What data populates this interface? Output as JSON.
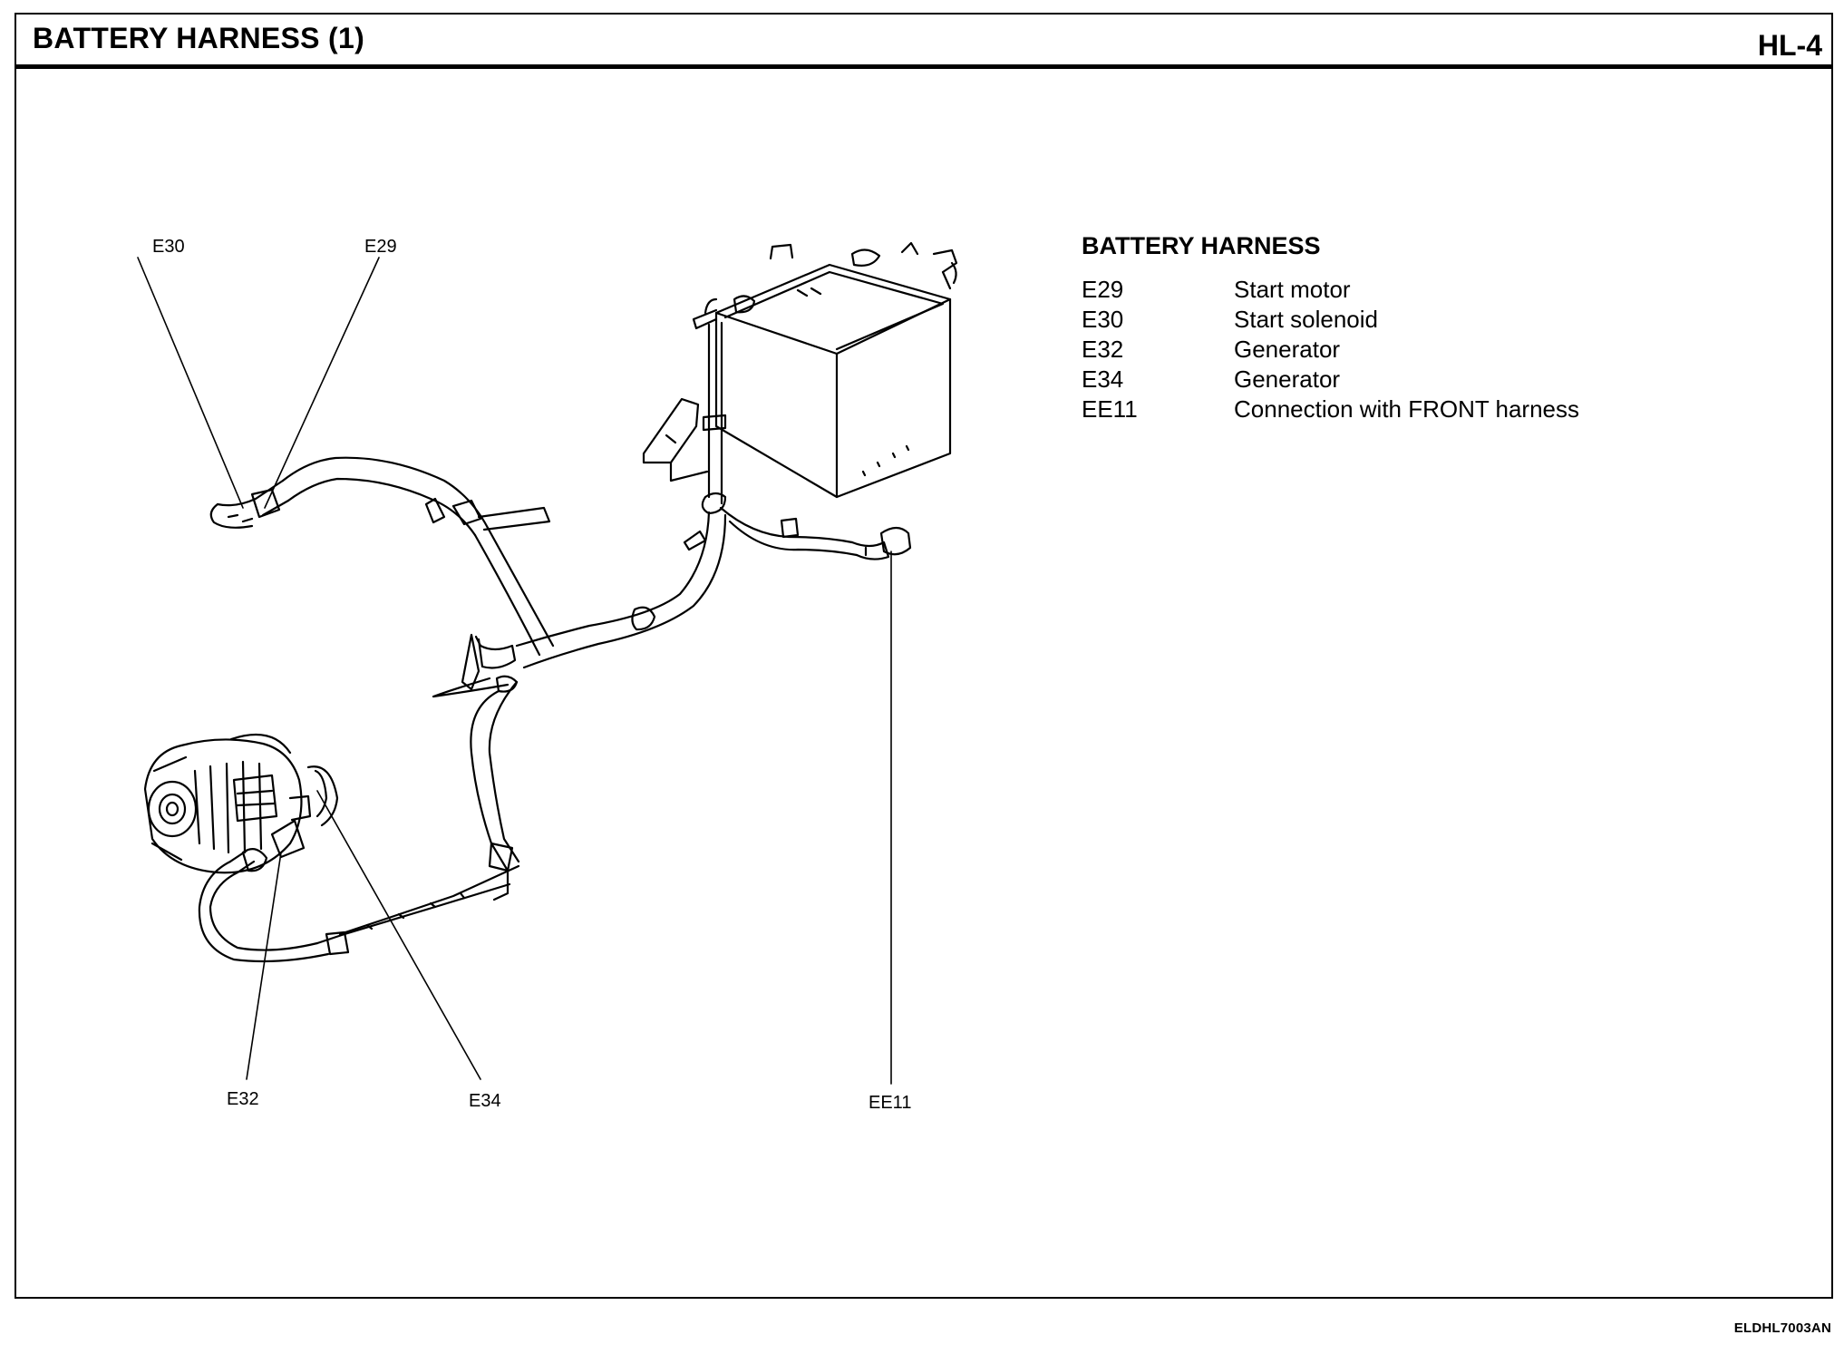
{
  "header": {
    "title": "BATTERY HARNESS (1)",
    "page_code": "HL-4"
  },
  "legend": {
    "title": "BATTERY HARNESS",
    "items": [
      {
        "code": "E29",
        "description": "Start motor"
      },
      {
        "code": "E30",
        "description": "Start solenoid"
      },
      {
        "code": "E32",
        "description": "Generator"
      },
      {
        "code": "E34",
        "description": "Generator"
      },
      {
        "code": "EE11",
        "description": "Connection with FRONT harness"
      }
    ]
  },
  "callouts": {
    "e30": "E30",
    "e29": "E29",
    "e32": "E32",
    "e34": "E34",
    "ee11": "EE11"
  },
  "footer": {
    "code": "ELDHL7003AN"
  }
}
